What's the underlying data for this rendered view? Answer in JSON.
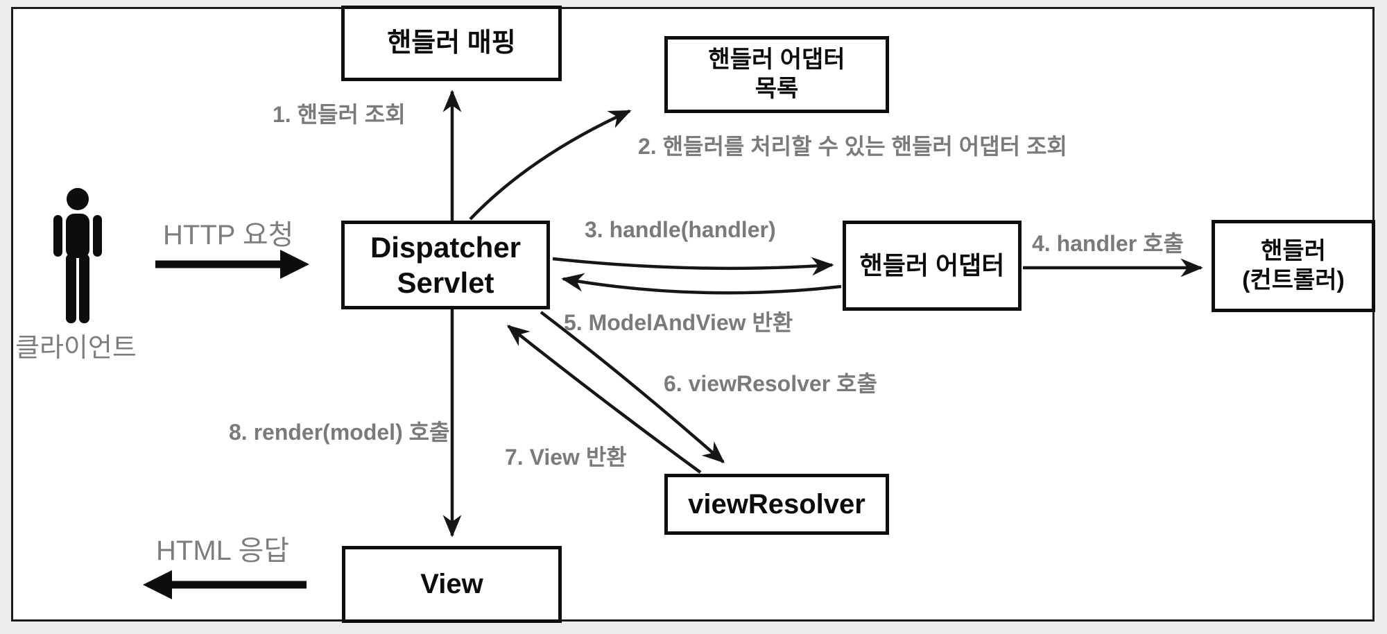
{
  "nodes": {
    "handler_mapping": "핸들러 매핑",
    "handler_adapter_list_line1": "핸들러 어댑터",
    "handler_adapter_list_line2": "목록",
    "dispatcher_line1": "Dispatcher",
    "dispatcher_line2": "Servlet",
    "handler_adapter": "핸들러 어댑터",
    "handler_line1": "핸들러",
    "handler_line2": "(컨트롤러)",
    "view_resolver": "viewResolver",
    "view": "View"
  },
  "client": {
    "label": "클라이언트"
  },
  "flows": {
    "http_request": "HTTP 요청",
    "html_response": "HTML 응답",
    "step1": "1. 핸들러 조회",
    "step2": "2. 핸들러를 처리할 수 있는 핸들러 어댑터 조회",
    "step3": "3. handle(handler)",
    "step4": "4. handler 호출",
    "step5": "5. ModelAndView 반환",
    "step6": "6. viewResolver 호출",
    "step7": "7. View 반환",
    "step8": "8. render(model) 호출"
  },
  "colors": {
    "box_border": "#0e0e0e",
    "label_gray": "#7a7a7a",
    "arrow_black": "#161616",
    "canvas_background": "#ffffff",
    "outer_background": "#ececec"
  }
}
